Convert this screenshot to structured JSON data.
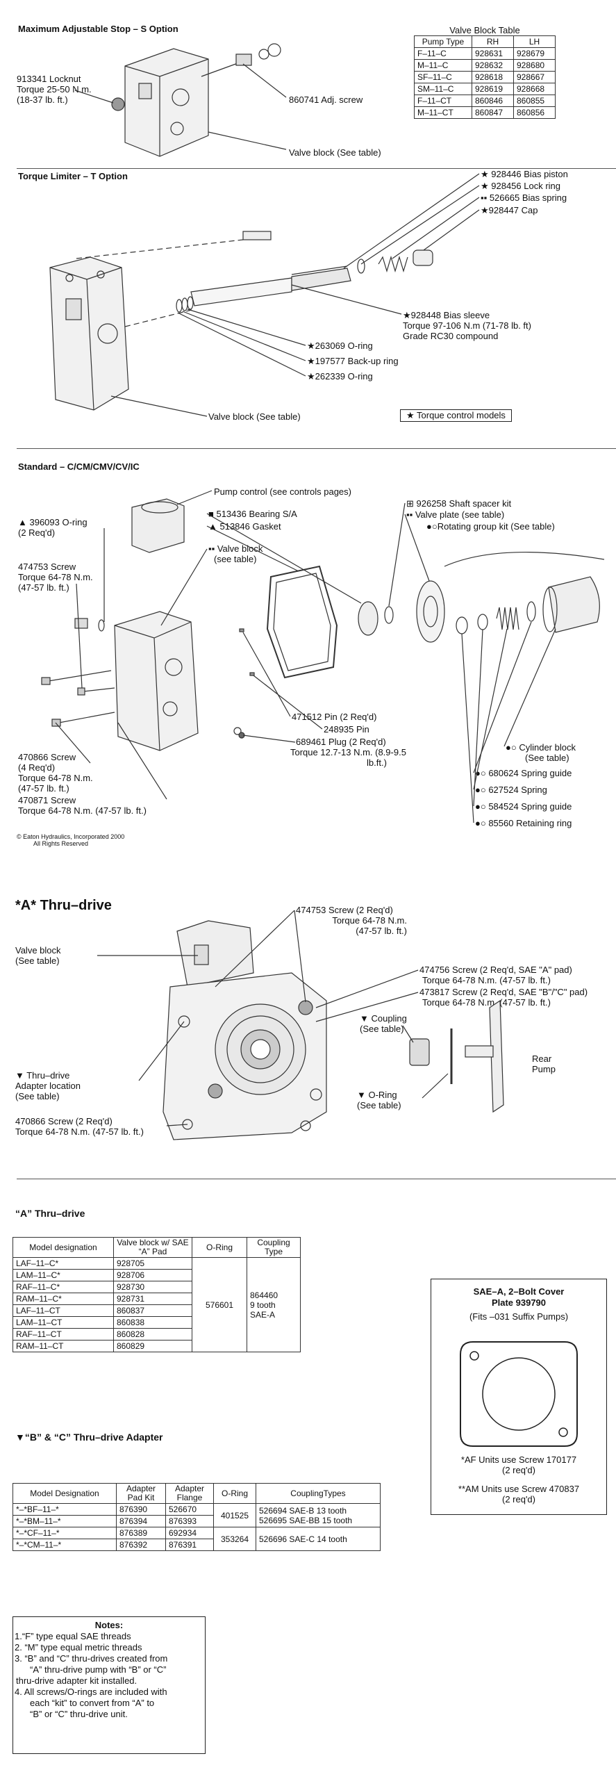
{
  "section_s": {
    "title": "Maximum Adjustable Stop – S Option",
    "locknut": [
      "913341 Locknut",
      "Torque 25-50 N.m.",
      "(18-37 lb. ft.)"
    ],
    "adj_screw": "860741 Adj. screw",
    "valve_block": "Valve block (See table)"
  },
  "valve_block_table": {
    "title": "Valve Block Table",
    "headers": [
      "Pump Type",
      "RH",
      "LH"
    ],
    "rows": [
      [
        "F–11–C",
        "928631",
        "928679"
      ],
      [
        "M–11–C",
        "928632",
        "928680"
      ],
      [
        "SF–11–C",
        "928618",
        "928667"
      ],
      [
        "SM–11–C",
        "928619",
        "928668"
      ],
      [
        "F–11–CT",
        "860846",
        "860855"
      ],
      [
        "M–11–CT",
        "860847",
        "860856"
      ]
    ]
  },
  "section_t": {
    "title": "Torque Limiter – T Option",
    "bias_piston": "★ 928446 Bias piston",
    "lock_ring": "★ 928456 Lock ring",
    "bias_spring": "▪▪ 526665 Bias spring",
    "cap": "★928447 Cap",
    "bias_sleeve": [
      "★928448 Bias sleeve",
      "Torque 97-106 N.m  (71-78 lb. ft)",
      "Grade RC30 compound"
    ],
    "oring1": "★263069 O-ring",
    "backup": "★197577 Back-up ring",
    "oring2": "★262339 O-ring",
    "valve_block": "Valve block (See table)",
    "legend": "★   Torque control models"
  },
  "section_std": {
    "title": "Standard – C/CM/CMV/CV/IC",
    "pump_control": "Pump control (see controls pages)",
    "oring": [
      "▲ 396093 O-ring",
      "(2 Req'd)"
    ],
    "bearing": "■ 513436 Bearing S/A",
    "gasket": "▲ 513846 Gasket",
    "shaft_spacer": "⊞ 926258 Shaft spacer kit",
    "valve_plate": "▪▪ Valve plate  (see table)",
    "rotating": "●○Rotating group kit (See table)",
    "valve_block": [
      "▪▪ Valve block",
      "(see table)"
    ],
    "screw474753": [
      "474753 Screw",
      "Torque 64-78 N.m.",
      "(47-57 lb. ft.)"
    ],
    "pin471512": "471512 Pin (2 Req'd)",
    "pin248935": "248935 Pin",
    "plug": [
      "689461 Plug  (2 Req'd)",
      "Torque 12.7-13 N.m. (8.9-9.5",
      "lb.ft.)"
    ],
    "screw470866": [
      "470866 Screw",
      "(4 Req'd)",
      "Torque 64-78 N.m.",
      "(47-57 lb. ft.)"
    ],
    "screw470871": [
      "470871 Screw",
      "Torque 64-78 N.m. (47-57 lb. ft.)"
    ],
    "cylinder": [
      "●○ Cylinder block",
      "(See table)"
    ],
    "spring_guide1": "●○ 680624 Spring guide",
    "spring": "●○ 627524 Spring",
    "spring_guide2": "●○ 584524 Spring guide",
    "retaining": "●○ 85560 Retaining ring",
    "copyright": [
      "© Eaton Hydraulics, Incorporated 2000",
      "All Rights Reserved"
    ]
  },
  "section_a": {
    "title": "*A* Thru–drive",
    "screw474753": [
      "474753 Screw (2 Req'd)",
      "Torque 64-78 N.m.",
      "(47-57 lb. ft.)"
    ],
    "valve_block": [
      "Valve block",
      "(See table)"
    ],
    "screw474756": [
      "474756 Screw (2 Req'd, SAE \"A\" pad)",
      "Torque 64-78 N.m. (47-57 lb. ft.)"
    ],
    "screw473817": [
      "473817 Screw (2 Req'd, SAE \"B\"/\"C\" pad)",
      "Torque 64-78 N.m. (47-57 lb. ft.)"
    ],
    "coupling": [
      "▼ Coupling",
      "(See table)"
    ],
    "rear_pump": [
      "Rear",
      "Pump"
    ],
    "adapter": [
      "▼ Thru–drive",
      "Adapter location",
      "(See table)"
    ],
    "oring": [
      "▼   O-Ring",
      "(See table)"
    ],
    "screw470866": [
      "470866 Screw (2 Req'd)",
      "Torque 64-78 N.m. (47-57 lb. ft.)"
    ]
  },
  "table_a": {
    "title": "“A” Thru–drive",
    "headers": [
      "Model designation",
      "Valve block w/ SAE “A” Pad",
      "O-Ring",
      "Coupling Type"
    ],
    "rows": [
      [
        "LAF–11–C*",
        "928705"
      ],
      [
        "LAM–11–C*",
        "928706"
      ],
      [
        "RAF–11–C*",
        "928730"
      ],
      [
        "RAM–11–C*",
        "928731"
      ],
      [
        "LAF–11–CT",
        "860837"
      ],
      [
        "LAM–11–CT",
        "860838"
      ],
      [
        "RAF–11–CT",
        "860828"
      ],
      [
        "RAM–11–CT",
        "860829"
      ]
    ],
    "oring": "576601",
    "coupling": [
      "864460",
      "9 tooth",
      "SAE-A"
    ]
  },
  "cover_plate": {
    "title": [
      "SAE–A, 2–Bolt Cover",
      "Plate 939790"
    ],
    "subtitle": "(Fits –031 Suffix Pumps)",
    "note_af": [
      "*AF Units use Screw 170177",
      "(2 req'd)"
    ],
    "note_am": [
      "**AM Units use Screw 470837",
      "(2 req'd)"
    ]
  },
  "table_bc": {
    "title": "▼“B” & “C”  Thru–drive Adapter",
    "headers": [
      "Model Designation",
      "Adapter Pad Kit",
      "Adapter Flange",
      "O-Ring",
      "CouplingTypes"
    ],
    "rows": [
      [
        "*–*BF–11–*",
        "876390",
        "526670"
      ],
      [
        "*–*BM–11–*",
        "876394",
        "876393"
      ],
      [
        "*–*CF–11–*",
        "876389",
        "692934"
      ],
      [
        "*–*CM–11–*",
        "876392",
        "876391"
      ]
    ],
    "oring_b": "401525",
    "oring_c": "353264",
    "coupling_b1": "526694 SAE-B 13 tooth",
    "coupling_b2": "526695 SAE-BB 15 tooth",
    "coupling_c": "526696 SAE-C 14 tooth"
  },
  "notes": {
    "title": "Notes:",
    "items": [
      "1.“F” type equal SAE threads",
      "2. “M” type equal metric threads",
      "3. “B” and “C” thru-drives created from",
      "“A” thru-drive pump with “B” or “C”",
      "thru-drive adapter kit installed.",
      "4. All screws/O-rings are included with",
      "each “kit” to convert from “A” to",
      "“B” or “C” thru-drive unit."
    ]
  }
}
